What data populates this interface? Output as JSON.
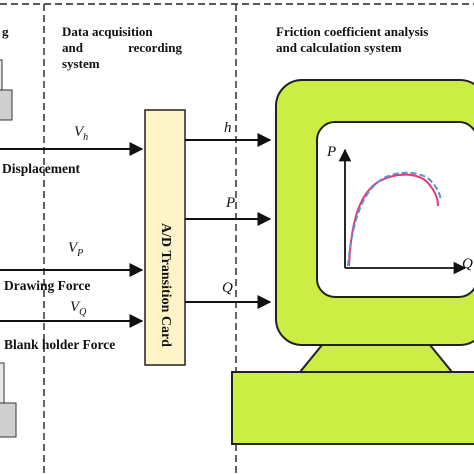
{
  "sections": {
    "left_fragment": "g",
    "middle_title_line1": "Data acquisition",
    "middle_title_line2": "and recording",
    "middle_title_line3": "system",
    "right_title_line1": "Friction coefficient analysis",
    "right_title_line2": "and calculation system"
  },
  "signals": {
    "displacement_label": "Displacement",
    "drawing_force_label": "Drawing Force",
    "blank_holder_force_label": "Blank holder Force",
    "vh_main": "V",
    "vh_sub": "h",
    "vp_main": "V",
    "vp_sub": "P",
    "vq_main": "V",
    "vq_sub": "Q"
  },
  "card": {
    "label": "A/D Transition Card"
  },
  "outputs": {
    "h": "h",
    "p": "P",
    "q": "Q"
  },
  "plot": {
    "y_axis_label": "P",
    "x_axis_label": "Q"
  },
  "colors": {
    "monitor": "#ccee44",
    "card": "#fdf5c8",
    "curve_solid": "#e8366a",
    "curve_dashed": "#5b8fd6"
  }
}
